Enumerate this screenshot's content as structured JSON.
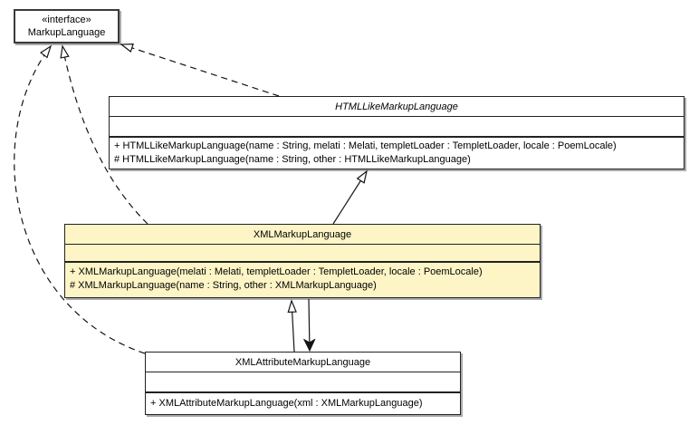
{
  "colors": {
    "background": "#ffffff",
    "class_fill": "#ffffff",
    "highlight_fill": "#fdf5c6",
    "border": "#222222",
    "edge": "#141414"
  },
  "classes": {
    "markup_language": {
      "stereotype": "«interface»",
      "name": "MarkupLanguage",
      "kind": "interface"
    },
    "html_like_markup_language": {
      "name": "HTMLLikeMarkupLanguage",
      "kind": "abstract class",
      "methods": [
        "+ HTMLLikeMarkupLanguage(name : String, melati : Melati, templetLoader : TempletLoader, locale : PoemLocale)",
        "# HTMLLikeMarkupLanguage(name : String, other : HTMLLikeMarkupLanguage)"
      ]
    },
    "xml_markup_language": {
      "name": "XMLMarkupLanguage",
      "kind": "class (highlighted)",
      "methods": [
        "+ XMLMarkupLanguage(melati : Melati, templetLoader : TempletLoader, locale : PoemLocale)",
        "# XMLMarkupLanguage(name : String, other : XMLMarkupLanguage)"
      ]
    },
    "xml_attribute_markup_language": {
      "name": "XMLAttributeMarkupLanguage",
      "kind": "class",
      "methods": [
        "+ XMLAttributeMarkupLanguage(xml : XMLMarkupLanguage)"
      ]
    }
  },
  "relationships": [
    {
      "from": "HTMLLikeMarkupLanguage",
      "to": "MarkupLanguage",
      "type": "realization",
      "line": "dashed",
      "arrowhead": "hollow-triangle"
    },
    {
      "from": "XMLMarkupLanguage",
      "to": "MarkupLanguage",
      "type": "realization",
      "line": "dashed",
      "arrowhead": "hollow-triangle"
    },
    {
      "from": "XMLAttributeMarkupLanguage",
      "to": "MarkupLanguage",
      "type": "realization",
      "line": "dashed",
      "arrowhead": "hollow-triangle"
    },
    {
      "from": "XMLMarkupLanguage",
      "to": "HTMLLikeMarkupLanguage",
      "type": "generalization",
      "line": "solid",
      "arrowhead": "hollow-triangle"
    },
    {
      "from": "XMLAttributeMarkupLanguage",
      "to": "XMLMarkupLanguage",
      "type": "generalization",
      "line": "solid",
      "arrowhead": "hollow-triangle"
    },
    {
      "from": "XMLMarkupLanguage",
      "to": "XMLAttributeMarkupLanguage",
      "type": "association",
      "line": "solid",
      "arrowhead": "filled-arrow"
    }
  ]
}
